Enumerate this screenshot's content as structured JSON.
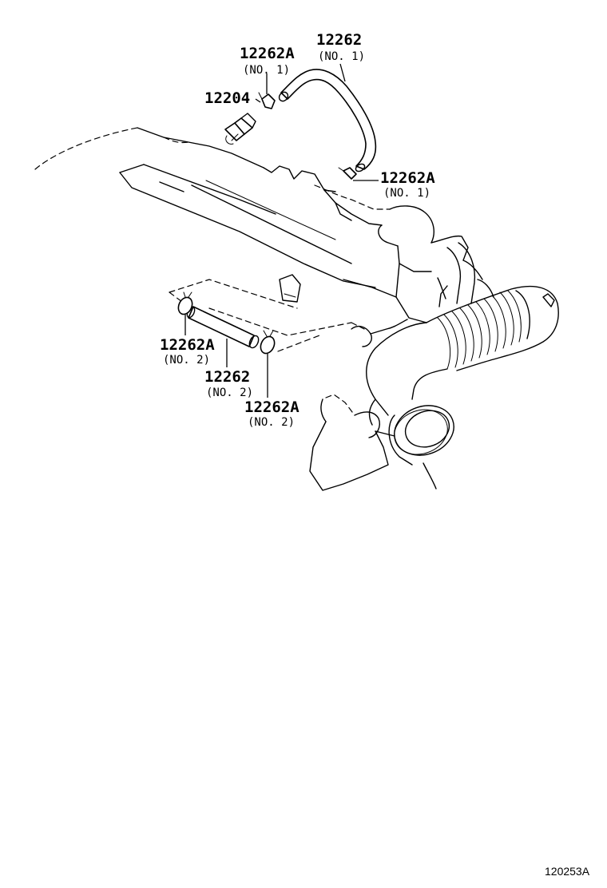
{
  "labels": {
    "hose_no1": {
      "part": "12262",
      "sub": "(NO. 1)"
    },
    "clip_no1_top": {
      "part": "12262A",
      "sub": "(NO. 1)"
    },
    "pcv_valve": {
      "part": "12204"
    },
    "clip_no1_right": {
      "part": "12262A",
      "sub": "(NO. 1)"
    },
    "clip_no2_left": {
      "part": "12262A",
      "sub": "(NO. 2)"
    },
    "hose_no2": {
      "part": "12262",
      "sub": "(NO. 2)"
    },
    "clip_no2_right": {
      "part": "12262A",
      "sub": "(NO. 2)"
    }
  },
  "diagram_ref": "120253A"
}
